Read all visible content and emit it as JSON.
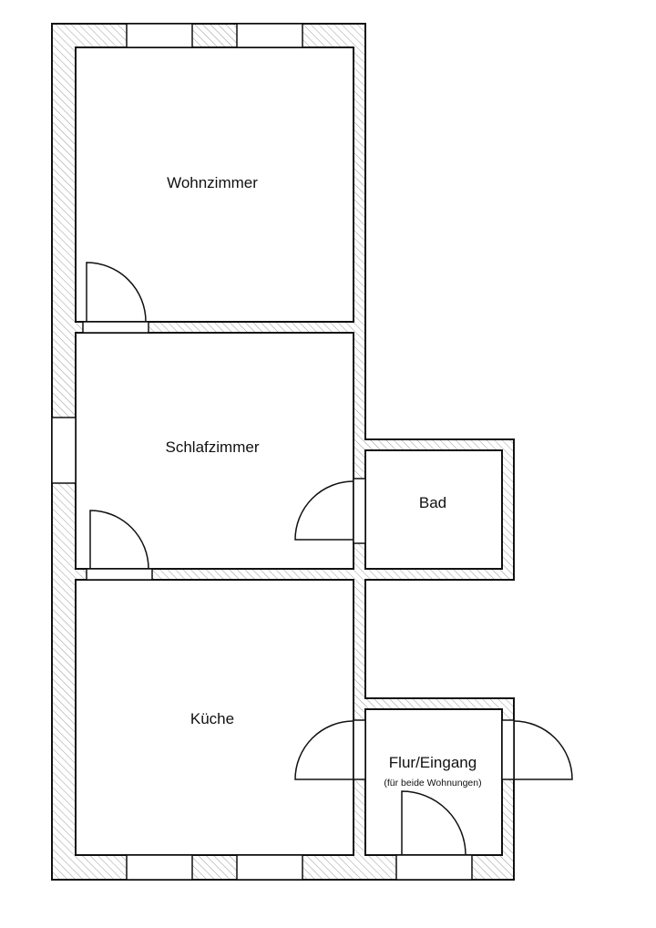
{
  "rooms": {
    "wohnzimmer": "Wohnzimmer",
    "schlafzimmer": "Schlafzimmer",
    "bad": "Bad",
    "kueche": "Küche",
    "flur": "Flur/Eingang",
    "flur_note": "(für beide Wohnungen)"
  },
  "colors": {
    "line": "#111111",
    "hatch": "#9a9a9a",
    "background": "#ffffff"
  }
}
